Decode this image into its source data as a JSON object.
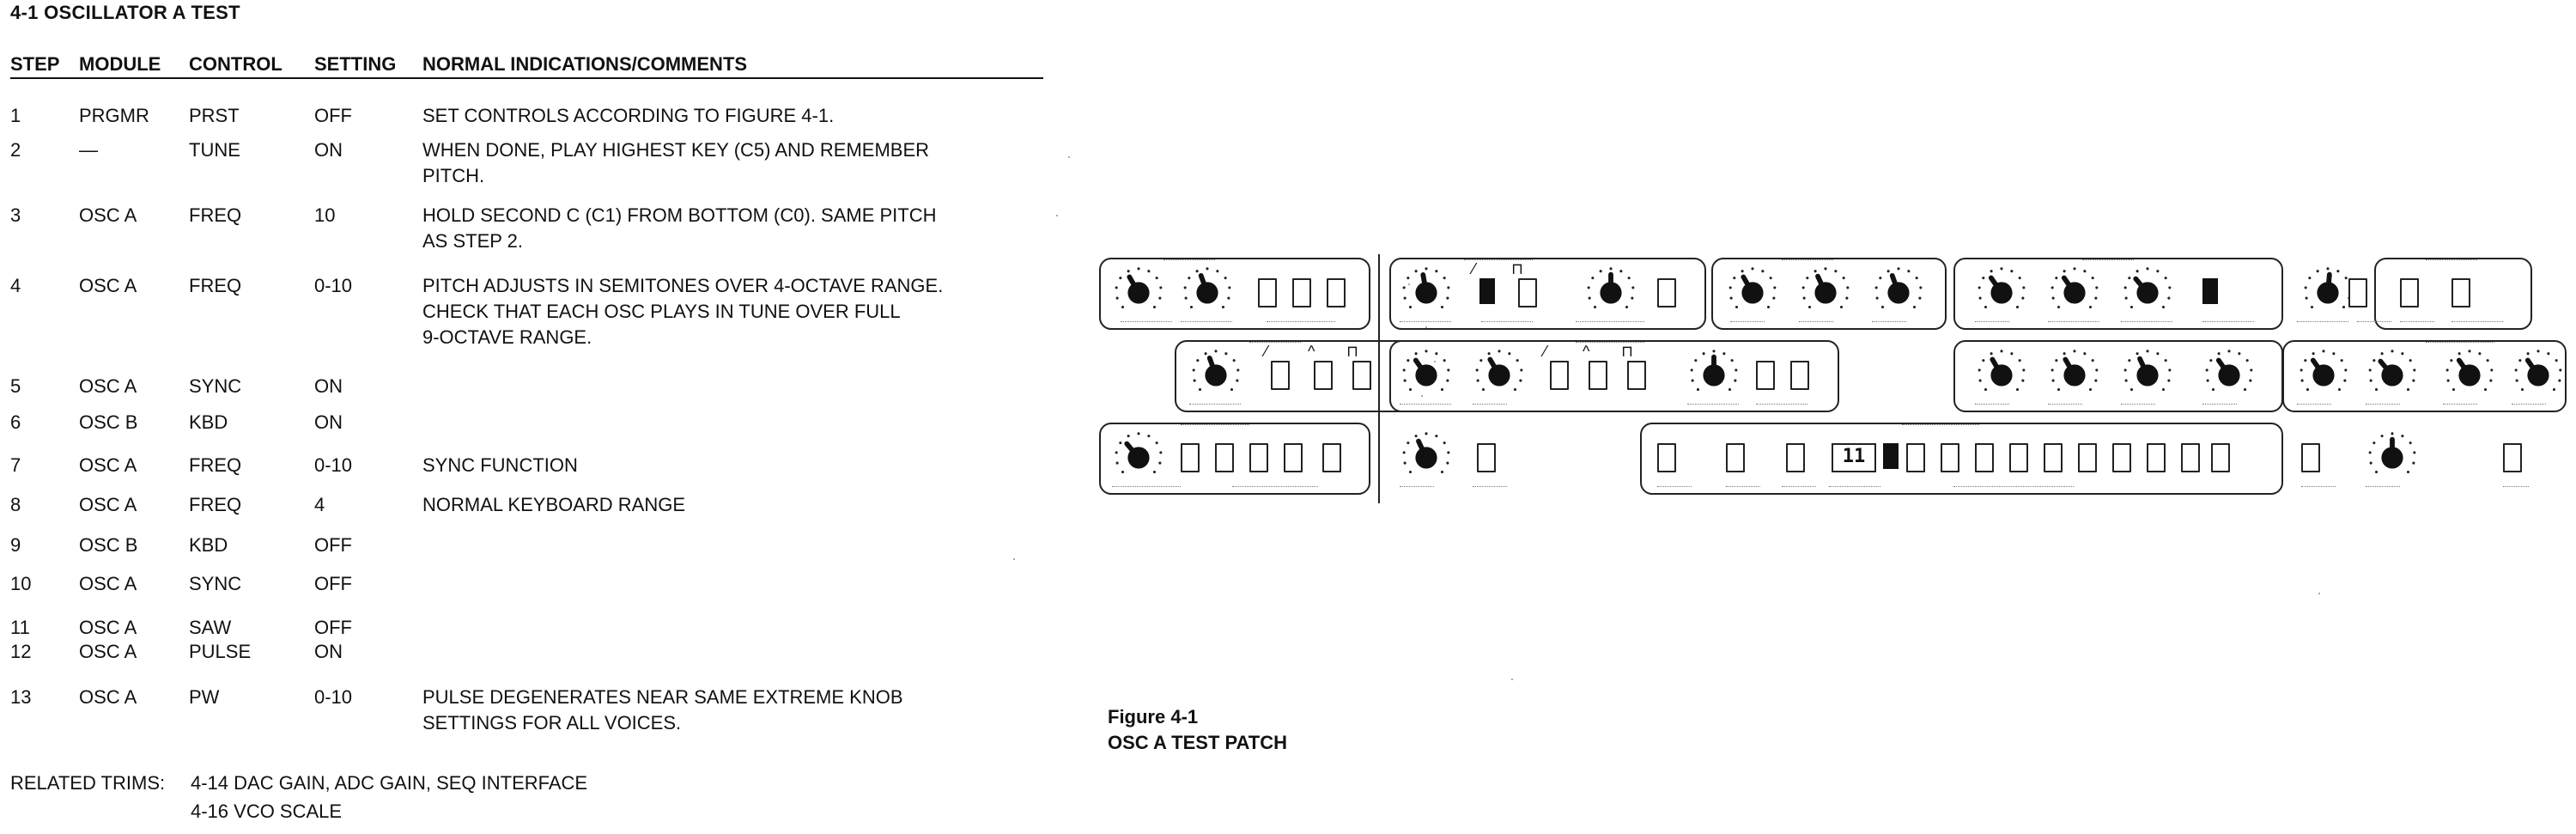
{
  "section": {
    "title": "4-1   OSCILLATOR A TEST"
  },
  "table": {
    "headers": {
      "step": "STEP",
      "module": "MODULE",
      "control": "CONTROL",
      "setting": "SETTING",
      "comments": "NORMAL INDICATIONS/COMMENTS"
    },
    "rows": [
      {
        "step": "1",
        "module": "PRGMR",
        "control": "PRST",
        "setting": "OFF",
        "comments": [
          "SET CONTROLS ACCORDING TO FIGURE 4-1."
        ]
      },
      {
        "step": "2",
        "module": "—",
        "control": "TUNE",
        "setting": "ON",
        "comments": [
          "WHEN DONE, PLAY HIGHEST KEY (C5) AND REMEMBER",
          "PITCH."
        ]
      },
      {
        "step": "3",
        "module": "OSC A",
        "control": "FREQ",
        "setting": "10",
        "comments": [
          "HOLD SECOND C (C1) FROM BOTTOM (C0). SAME PITCH",
          "AS STEP 2."
        ]
      },
      {
        "step": "4",
        "module": "OSC A",
        "control": "FREQ",
        "setting": "0-10",
        "comments": [
          "PITCH ADJUSTS IN SEMITONES OVER 4-OCTAVE RANGE.",
          "CHECK THAT EACH OSC PLAYS IN TUNE OVER FULL",
          "9-OCTAVE RANGE."
        ]
      },
      {
        "step": "5",
        "module": "OSC A",
        "control": "SYNC",
        "setting": "ON",
        "comments": []
      },
      {
        "step": "6",
        "module": "OSC B",
        "control": "KBD",
        "setting": "ON",
        "comments": []
      },
      {
        "step": "7",
        "module": "OSC A",
        "control": "FREQ",
        "setting": "0-10",
        "comments": [
          "SYNC FUNCTION"
        ]
      },
      {
        "step": "8",
        "module": "OSC A",
        "control": "FREQ",
        "setting": "4",
        "comments": [
          "NORMAL KEYBOARD RANGE"
        ]
      },
      {
        "step": "9",
        "module": "OSC B",
        "control": "KBD",
        "setting": "OFF",
        "comments": []
      },
      {
        "step": "10",
        "module": "OSC A",
        "control": "SYNC",
        "setting": "OFF",
        "comments": []
      },
      {
        "step": "11",
        "module": "OSC A",
        "control": "SAW",
        "setting": "OFF",
        "comments": []
      },
      {
        "step": "12",
        "module": "OSC A",
        "control": "PULSE",
        "setting": "ON",
        "comments": []
      },
      {
        "step": "13",
        "module": "OSC A",
        "control": "PW",
        "setting": "0-10",
        "comments": [
          "PULSE DEGENERATES NEAR SAME EXTREME KNOB",
          "SETTINGS FOR ALL VOICES."
        ]
      }
    ]
  },
  "related_trims": {
    "label": "RELATED TRIMS:",
    "line1": "4-14  DAC GAIN, ADC GAIN, SEQ INTERFACE",
    "line2": "4-16  VCO SCALE"
  },
  "figure": {
    "caption_line1": "Figure 4-1",
    "caption_line2": "OSC A TEST PATCH",
    "display_value": "11"
  }
}
